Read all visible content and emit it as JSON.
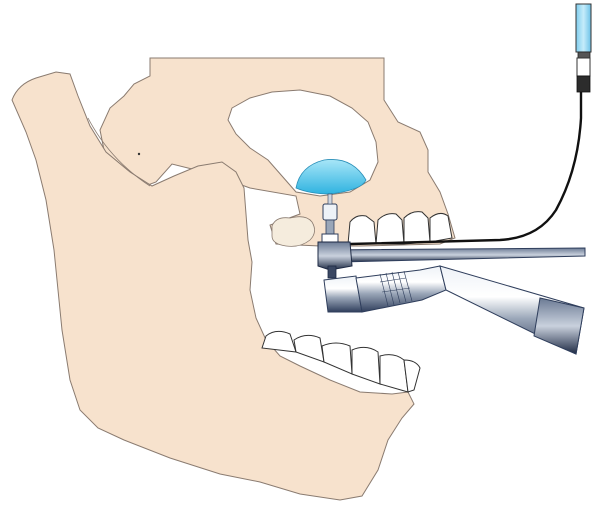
{
  "diagram": {
    "colors": {
      "bone": "#f7e2cd",
      "bone_outline": "#8a7b70",
      "membrane": "#5ec8ea",
      "tube": "#8fd6f2",
      "metal_dark": "#2f3e5c",
      "metal_light": "#dce2ea",
      "cable": "#111111",
      "tooth": "#ffffff"
    },
    "icons": [
      "skull-maxilla",
      "mandible",
      "sinus-membrane",
      "osteotome-drill-tip",
      "contra-angle-handpiece",
      "guide-arm",
      "pressure-line",
      "saline-tube"
    ]
  }
}
